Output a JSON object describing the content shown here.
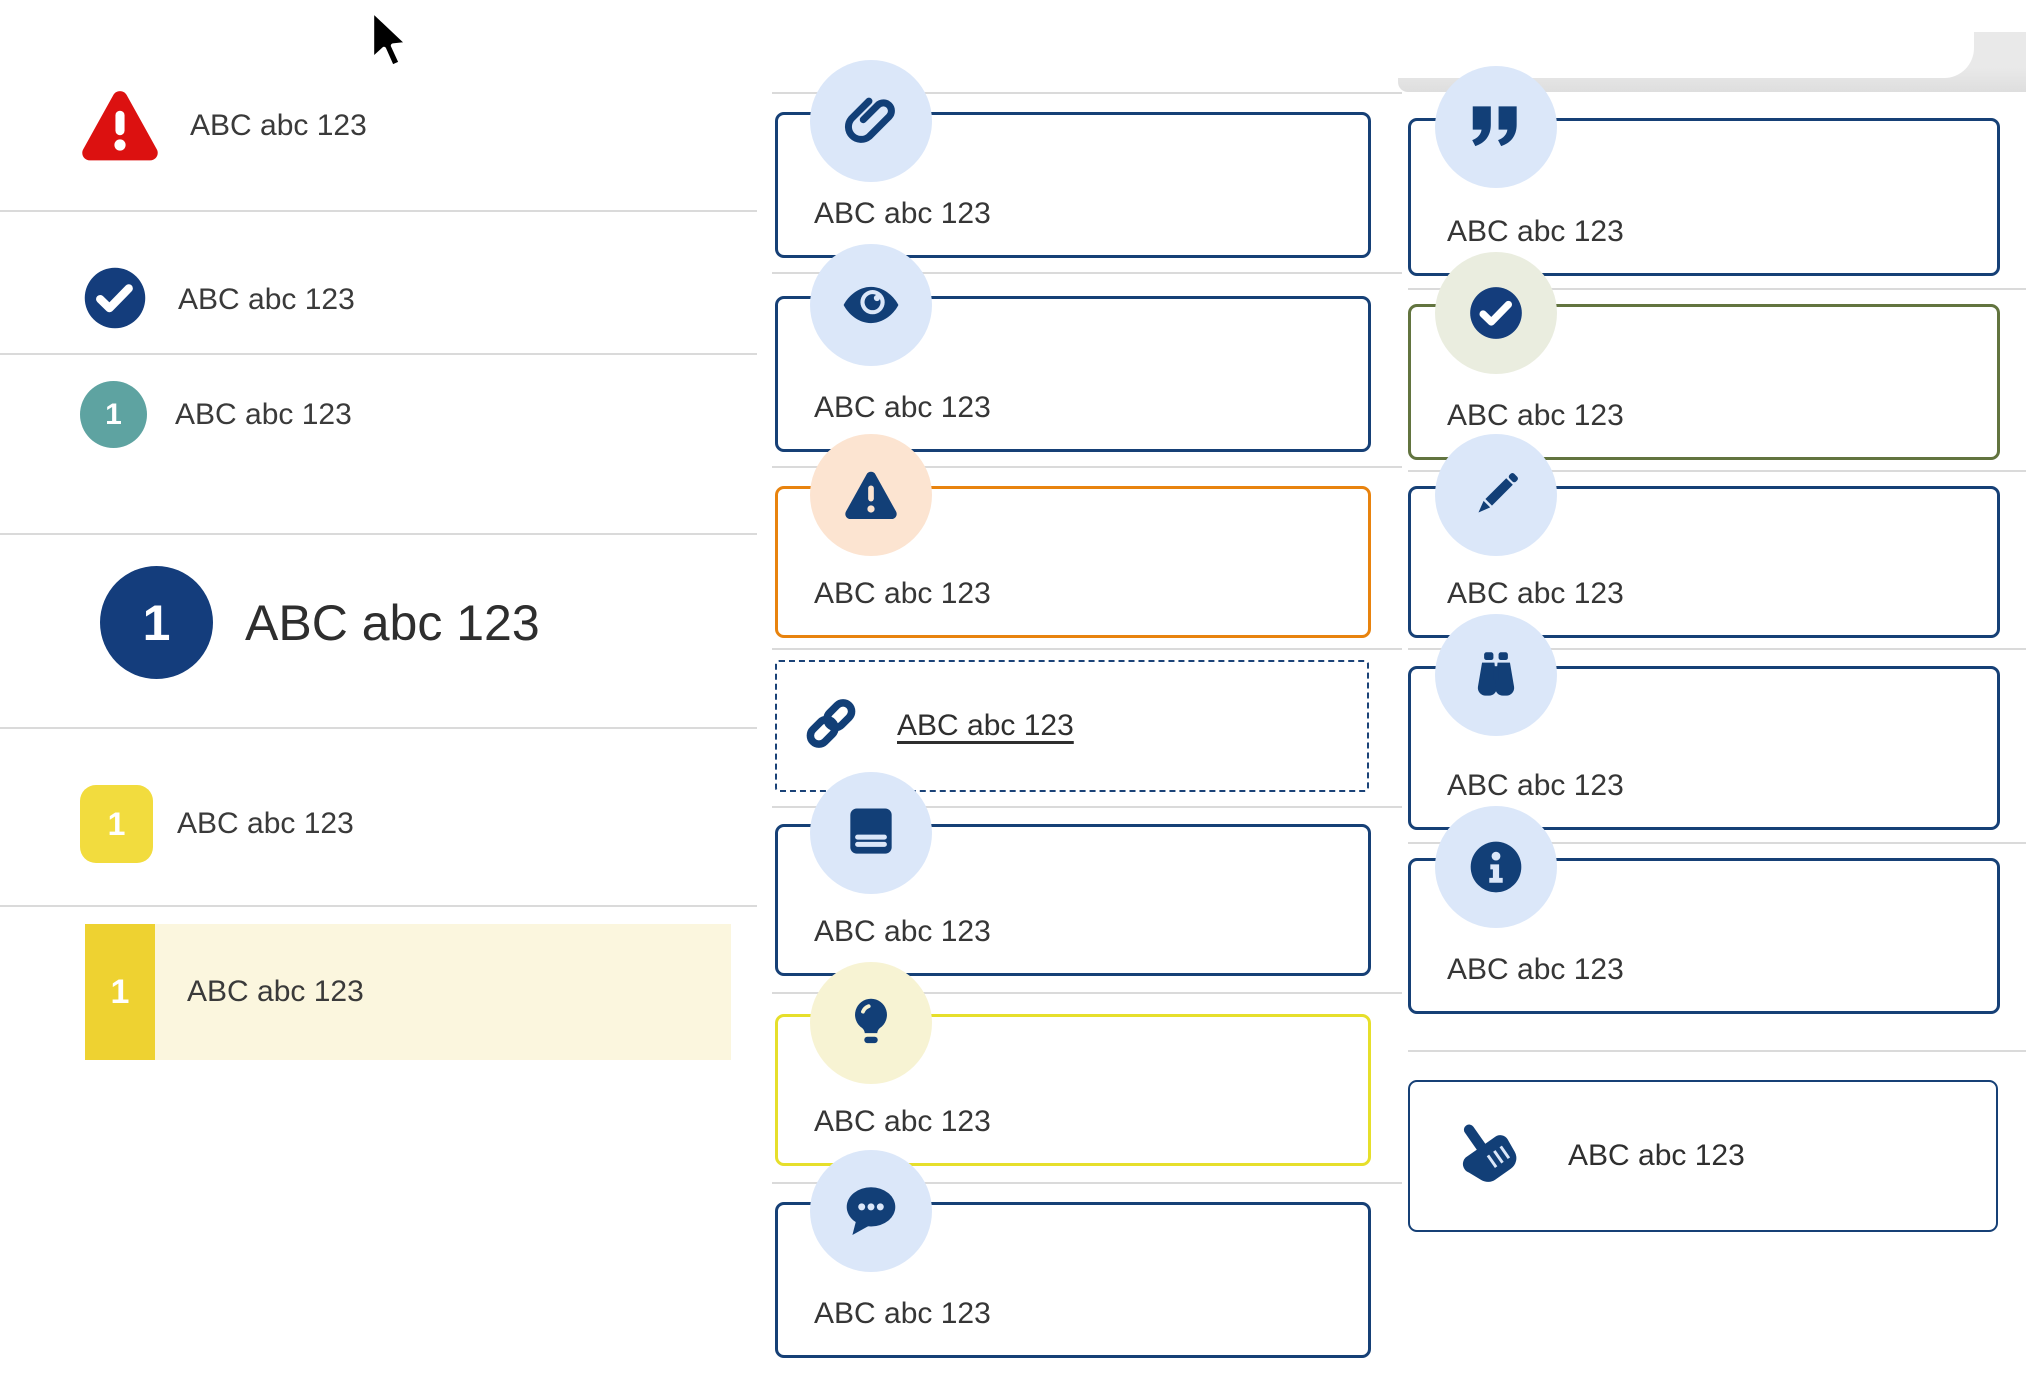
{
  "colors": {
    "navy": "#164076",
    "icon_navy": "#123f77",
    "red": "#dc1110",
    "teal": "#5ea3a1",
    "heading_circle_navy": "#143d7c",
    "yellow_badge": "#f2dc3e",
    "yellow_bar": "#eed231",
    "pale_yellow_row": "#fbf6de",
    "orange_border": "#e8830e",
    "olive_border": "#62743f",
    "yellow_border": "#e6df2b",
    "light_blue_circle": "#dbe7f9",
    "peach_circle": "#fce4d1",
    "lemon_circle": "#f7f3d3",
    "sage_circle": "#eaeddf",
    "divider": "#dadada",
    "text": "#363636"
  },
  "left": {
    "items": [
      {
        "icon": "warning-triangle-icon",
        "label": "ABC abc 123"
      },
      {
        "icon": "check-circle-icon",
        "label": "ABC abc 123"
      },
      {
        "icon": "number-circle-teal",
        "badge": "1",
        "label": "ABC abc 123"
      },
      {
        "icon": "number-circle-navy-large",
        "badge": "1",
        "label": "ABC abc 123"
      },
      {
        "icon": "number-square-yellow",
        "badge": "1",
        "label": "ABC abc 123"
      },
      {
        "icon": "number-bar-yellow",
        "badge": "1",
        "label": "ABC abc 123",
        "highlighted": true
      }
    ]
  },
  "middle": {
    "items": [
      {
        "icon": "paperclip-icon",
        "style": "navy",
        "label": "ABC abc 123"
      },
      {
        "icon": "eye-icon",
        "style": "navy",
        "label": "ABC abc 123"
      },
      {
        "icon": "warning-triangle-icon",
        "style": "orange",
        "label": "ABC abc 123"
      },
      {
        "icon": "link-icon",
        "style": "dashed",
        "label": "ABC abc 123",
        "link": true
      },
      {
        "icon": "book-icon",
        "style": "navy",
        "label": "ABC abc 123"
      },
      {
        "icon": "lightbulb-icon",
        "style": "yellow",
        "label": "ABC abc 123"
      },
      {
        "icon": "chat-bubble-icon",
        "style": "navy",
        "label": "ABC abc 123"
      }
    ]
  },
  "right": {
    "items": [
      {
        "icon": "quote-icon",
        "style": "navy",
        "label": "ABC abc 123"
      },
      {
        "icon": "check-circle-icon",
        "style": "olive",
        "label": "ABC abc 123"
      },
      {
        "icon": "pencil-icon",
        "style": "navy",
        "label": "ABC abc 123"
      },
      {
        "icon": "binoculars-icon",
        "style": "navy",
        "label": "ABC abc 123"
      },
      {
        "icon": "info-icon",
        "style": "navy",
        "label": "ABC abc 123"
      },
      {
        "icon": "hand-pointer-icon",
        "style": "navy-thin",
        "label": "ABC abc 123"
      }
    ]
  }
}
